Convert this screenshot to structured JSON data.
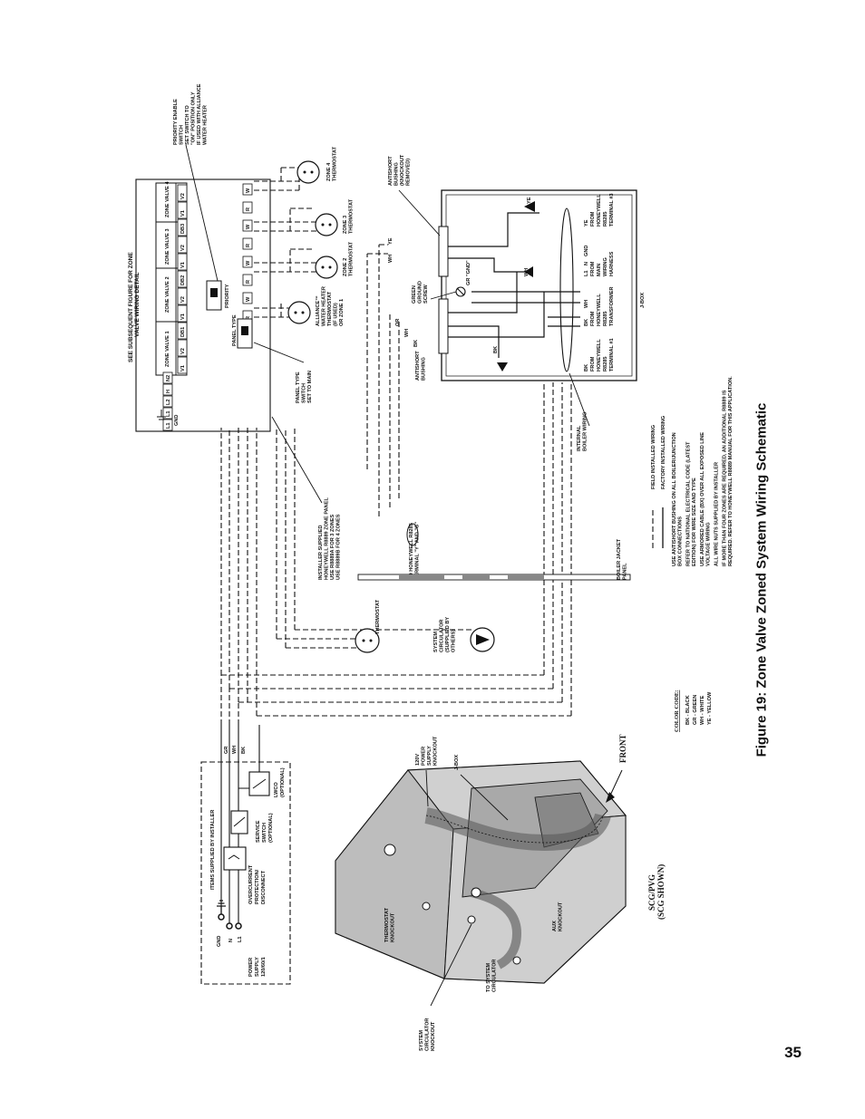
{
  "figure": {
    "caption": "Figure 19: Zone Valve Zoned System Wiring Schematic",
    "page_number": "35"
  },
  "installer_panel": {
    "title": "ITEMS SUPPLIED BY INSTALLER",
    "gnd": "GND",
    "n": "N",
    "l1": "L1",
    "power_supply": [
      "POWER",
      "SUPPLY",
      "120/60/1"
    ],
    "overcurrent": [
      "OVERCURRENT",
      "PROTECTION/",
      "DISCONNECT"
    ],
    "service_switch": [
      "SERVICE",
      "SWITCH",
      "(OPTIONAL)"
    ],
    "lwco": [
      "LWCO",
      "(OPTIONAL)"
    ]
  },
  "wire_tags": {
    "gr": "GR",
    "wh": "WH",
    "bk": "BK",
    "ye": "YE",
    "or": "OR"
  },
  "zone_panel": {
    "detail_title": [
      "SEE SUBSEQUENT FIGURE FOR ZONE",
      "VALVE WIRING DETAIL"
    ],
    "zone_headers": [
      "ZONE VALVE 1",
      "ZONE VALVE 2",
      "ZONE VALVE 3",
      "ZONE VALVE 4"
    ],
    "terminal_strip": [
      "V1",
      "V2",
      "DB1",
      "V1",
      "V2",
      "DB2",
      "V1",
      "V2",
      "DB3",
      "V1",
      "V2"
    ],
    "thermostat_terminals": [
      "R",
      "W",
      "R",
      "W",
      "R",
      "W",
      "R",
      "W"
    ],
    "power_terminals": [
      "L1",
      "L1",
      "L2",
      "H",
      "N2"
    ],
    "gnd_symbol": "GND",
    "priority_switch_label": "PRIORITY",
    "panel_type_label": "PANEL TYPE",
    "supplied_note": [
      "INSTALLER SUPPLIED",
      "HONEYWELL R8889 ZONE PANEL",
      "USE R8889A FOR 3 ZONES",
      "USE R8889B FOR 4 ZONES"
    ],
    "panel_type_note": [
      "PANEL TYPE",
      "SWITCH",
      "SET TO MAIN"
    ]
  },
  "priority_note": [
    "PRIORITY ENABLE",
    "SWITCH",
    "SET SWITCH TO",
    "\"ON\" POSITION ONLY",
    "IF USED WITH ALLIANCE",
    "WATER HEATER"
  ],
  "thermostats": [
    [
      "ALLIANCE™",
      "WATER HEATER",
      "THERMOSTAT",
      "(IF USED)",
      "OR ZONE 1"
    ],
    [
      "ZONE 2",
      "THERMOSTAT"
    ],
    [
      "ZONE 3",
      "THERMOSTAT"
    ],
    [
      "ZONE 4",
      "THERMOSTAT"
    ]
  ],
  "jbox": {
    "label": "J-BOX",
    "antishort_top": [
      "ANTISHORT",
      "BUSHING",
      "(KNOCKOUT",
      "REMOVED)"
    ],
    "antishort_bottom": [
      "ANTISHORT",
      "BUSHING"
    ],
    "green_ground": [
      "GREEN",
      "GROUND",
      "SCREW"
    ],
    "gr_gnd": "GR \"GND\"",
    "term_bk": [
      "BK",
      "FROM",
      "HONEYWELL",
      "R8285",
      "TERMINAL #1"
    ],
    "term_wh": [
      "BK",
      "WH",
      "FROM",
      "HONEYWELL",
      "R8285",
      "TRANSFORMER"
    ],
    "term_main": [
      "L1",
      "N",
      "GND",
      "FROM",
      "MAIN",
      "WIRING",
      "HARNESS"
    ],
    "term_ye": [
      "YE",
      "FROM",
      "HONEYWELL",
      "R8285",
      "TERMINAL #3"
    ],
    "internal_wiring": [
      "INTERNAL",
      "BOILER WIRING"
    ]
  },
  "field": {
    "thermostat": "THERMOSTAT",
    "circulator": [
      "SYSTEM",
      "CIRCULATOR",
      "(SUPPLIED BY",
      "OTHERS)"
    ],
    "honeywell_terminal": [
      "TO HONEYWELL R8285",
      "TERMINAL \"Y\" AND \"G\""
    ],
    "boiler_jacket": [
      "BOILER JACKET",
      "PANEL"
    ]
  },
  "legend": {
    "field_installed": "FIELD INSTALLED WIRING",
    "factory_installed": "FACTORY INSTALLED WIRING"
  },
  "notes": [
    "USE ANTISHORT BUSHING ON ALL BOILER/JUNCTION",
    "BOX CONNECTIONS",
    "REFER TO NATIONAL ELECTRICAL CODE (LATEST",
    "EDITION) FOR WIRE SIZE AND TYPE",
    "USE ARMORED CABLE (BX) OVER ALL EXPOSED LINE",
    "VOLTAGE WIRING",
    "ALL WIRE NUTS SUPPLIED BY INSTALLER",
    "IF MORE THAN FOUR ZONES ARE REQUIRED, AN ADDITIONAL R8889 IS",
    "REQUIRED. REFER TO HONEYWELL R8889 MANUAL FOR THIS APPLICATION."
  ],
  "color_code": {
    "title": "COLOR CODE:",
    "entries": [
      "BK - BLACK",
      "GR - GREEN",
      "WH - WHITE",
      "YE - YELLOW"
    ]
  },
  "boiler": {
    "model": [
      "SCG/PVG",
      "(SCG SHOWN)"
    ],
    "front": "FRONT",
    "power_knockout": [
      "120V",
      "POWER",
      "SUPPLY",
      "KNOCKOUT"
    ],
    "jbox": "J-BOX",
    "thermostat_knockout": [
      "THERMOSTAT",
      "KNOCKOUT"
    ],
    "to_circulator": [
      "TO SYSTEM",
      "CIRCULATOR"
    ],
    "aux_knockout": [
      "AUX",
      "KNOCKOUT"
    ],
    "circulator_knockout": [
      "SYSTEM",
      "CIRCULATOR",
      "KNOCKOUT"
    ]
  }
}
